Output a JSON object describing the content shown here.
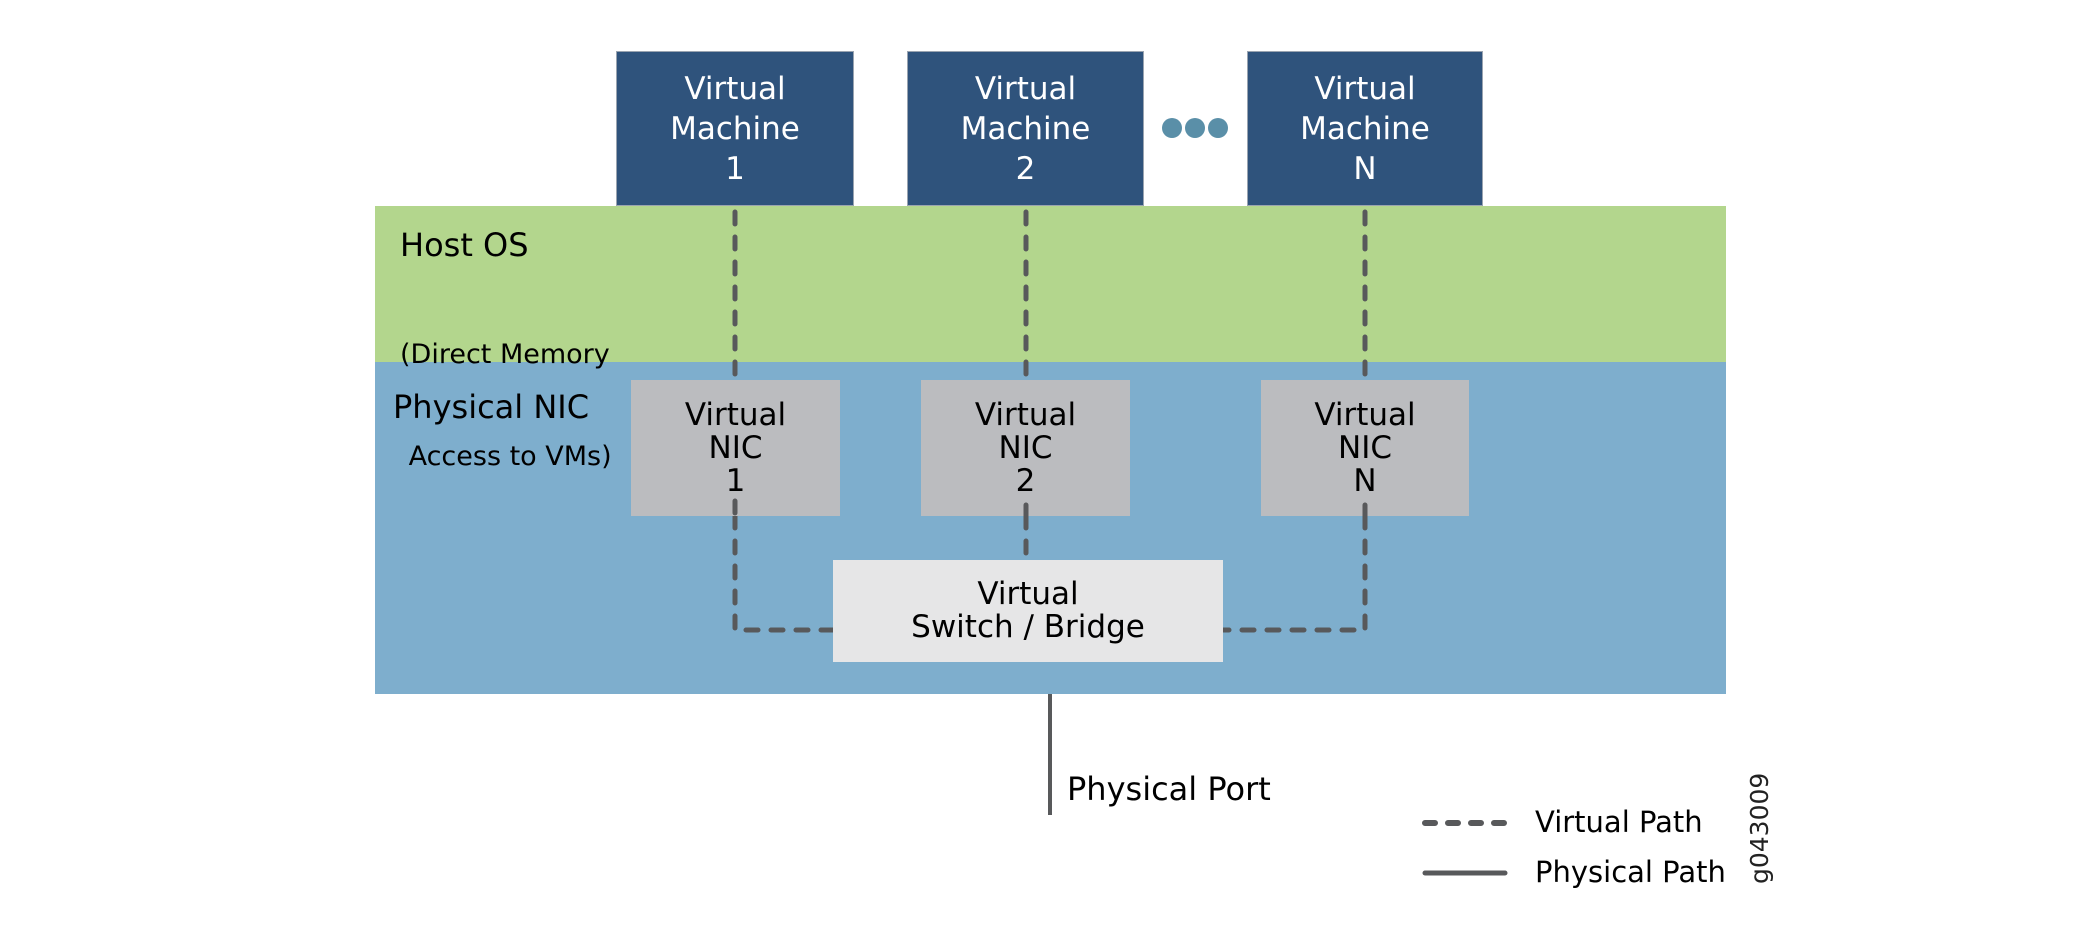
{
  "diagram": {
    "virtual_machines": [
      {
        "line1": "Virtual",
        "line2": "Machine",
        "line3": "1"
      },
      {
        "line1": "Virtual",
        "line2": "Machine",
        "line3": "2"
      },
      {
        "line1": "Virtual",
        "line2": "Machine",
        "line3": "N"
      }
    ],
    "ellipsis_icon": "three-dots",
    "host_os": {
      "title": "Host OS",
      "subtitle_line1": "(Direct Memory",
      "subtitle_line2": " Access to VMs)"
    },
    "physical_nic": {
      "title": "Physical NIC"
    },
    "virtual_nics": [
      {
        "line1": "Virtual",
        "line2": "NIC",
        "line3": "1"
      },
      {
        "line1": "Virtual",
        "line2": "NIC",
        "line3": "2"
      },
      {
        "line1": "Virtual",
        "line2": "NIC",
        "line3": "N"
      }
    ],
    "virtual_switch": {
      "line1": "Virtual",
      "line2": "Switch / Bridge"
    },
    "physical_port": {
      "label": "Physical Port"
    },
    "legend": {
      "virtual_path": "Virtual Path",
      "physical_path": "Physical Path"
    },
    "figure_id": "g043009",
    "colors": {
      "vm_box": "#2f537c",
      "host_os_band": "#b3d68d",
      "physical_nic_band": "#7eaecd",
      "virtual_nic_box": "#bbbcbf",
      "virtual_switch_box": "#e6e6e7",
      "path_line": "#58595b",
      "ellipsis_dots": "#5a8fa8"
    }
  }
}
